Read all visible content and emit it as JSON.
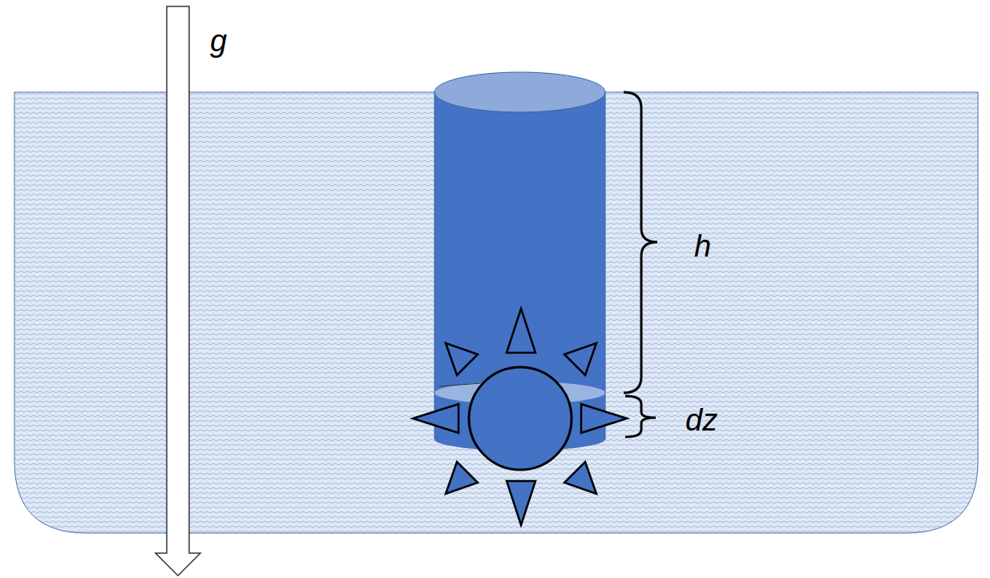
{
  "diagram": {
    "labels": [
      "g",
      "h",
      "dz"
    ]
  }
}
